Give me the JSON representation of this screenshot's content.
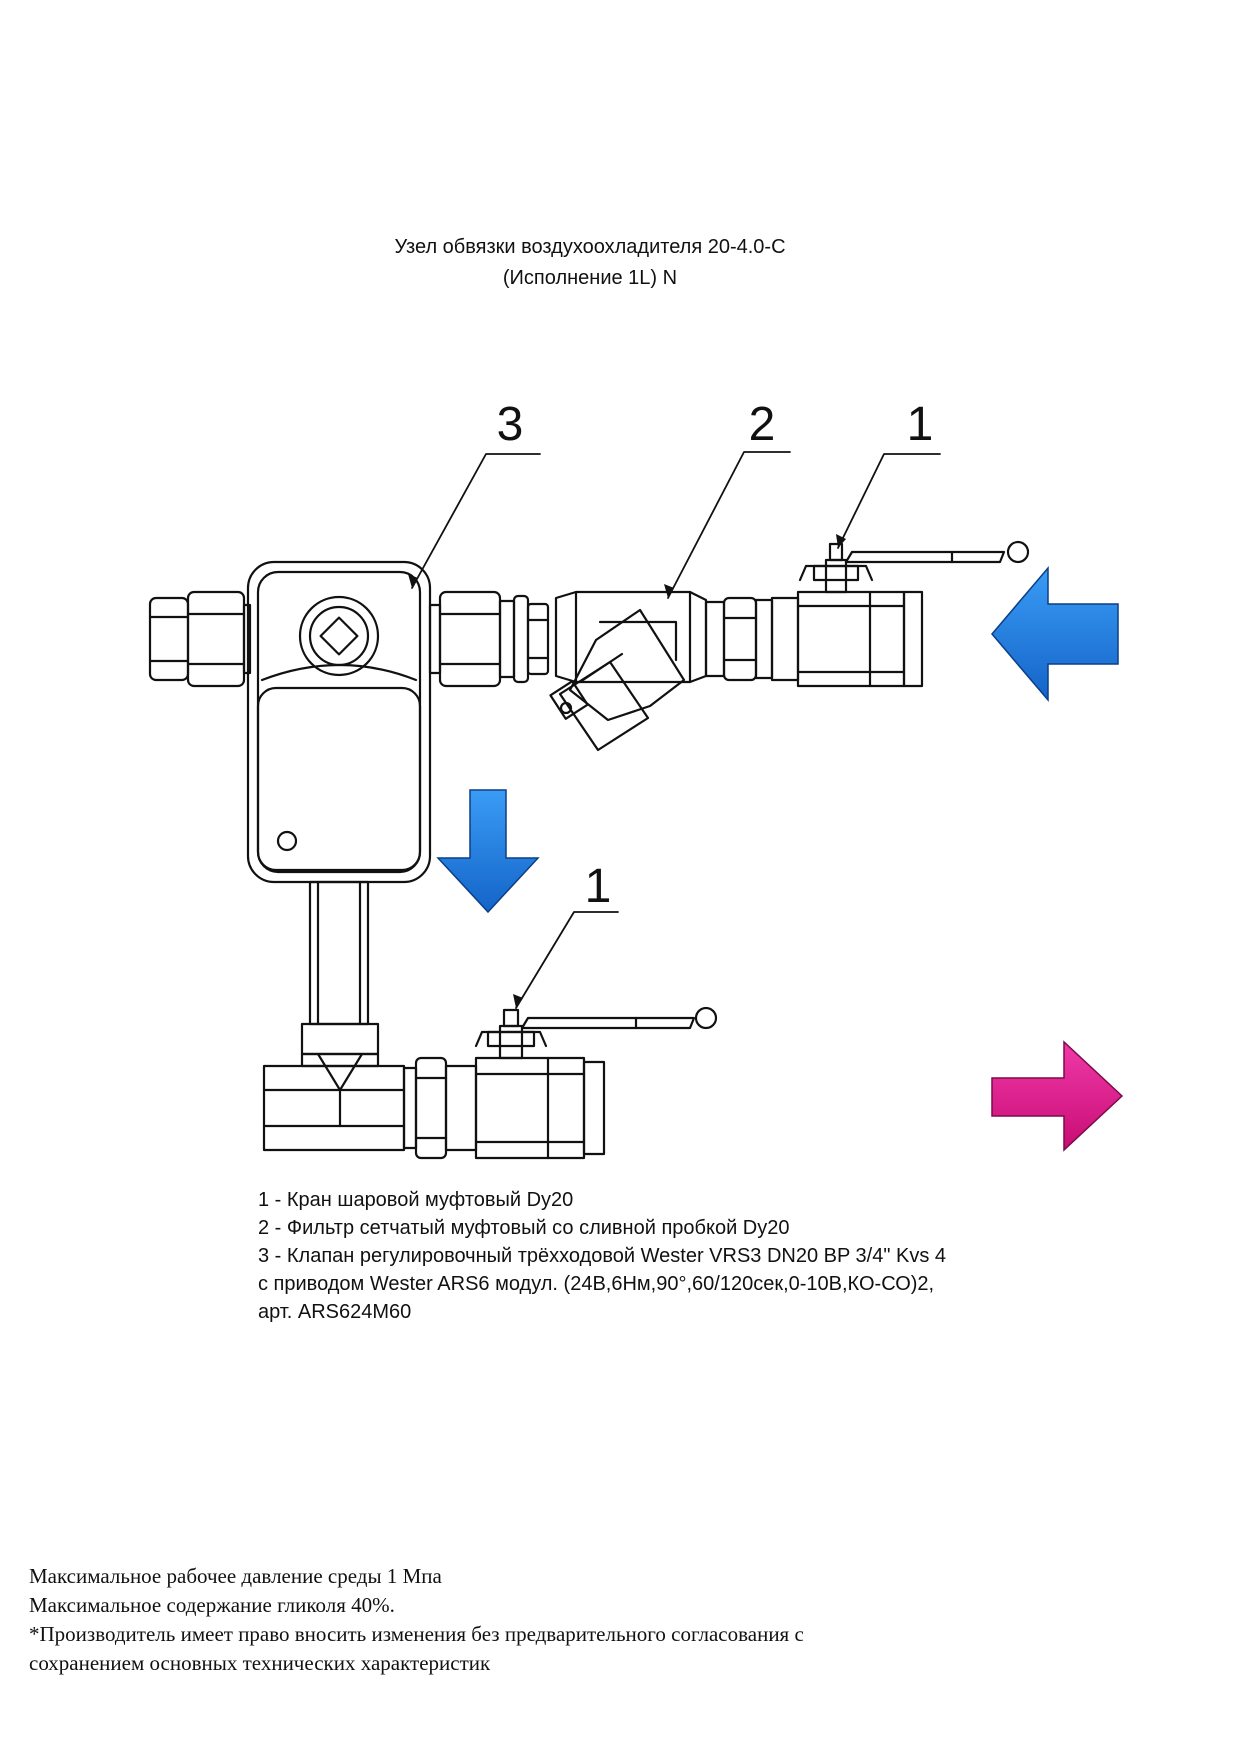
{
  "title": {
    "line1": "Узел обвязки воздухоохладителя 20-4.0-C",
    "line2": "(Исполнение 1L) N"
  },
  "callouts": [
    "3",
    "2",
    "1",
    "1"
  ],
  "legend": [
    "1 - Кран шаровой муфтовый Dy20",
    "2 - Фильтр сетчатый муфтовый со сливной пробкой Dy20",
    "3 - Клапан регулировочный трёхходовой Wester VRS3 DN20 BP 3/4\" Kvs 4",
    "с приводом Wester ARS6 модул. (24В,6Нм,90°,60/120сек,0-10В,КО-СО)2,",
    "арт. ARS624M60"
  ],
  "notes": [
    "Максимальное рабочее давление среды 1 Мпа",
    "Максимальное содержание гликоля 40%.",
    "*Производитель имеет право вносить изменения без предварительного согласования с",
    "сохранением основных технических характеристик"
  ],
  "colors": {
    "supply_arrow": "#1f7fe0",
    "return_arrow": "#e0168f",
    "line": "#111111"
  }
}
